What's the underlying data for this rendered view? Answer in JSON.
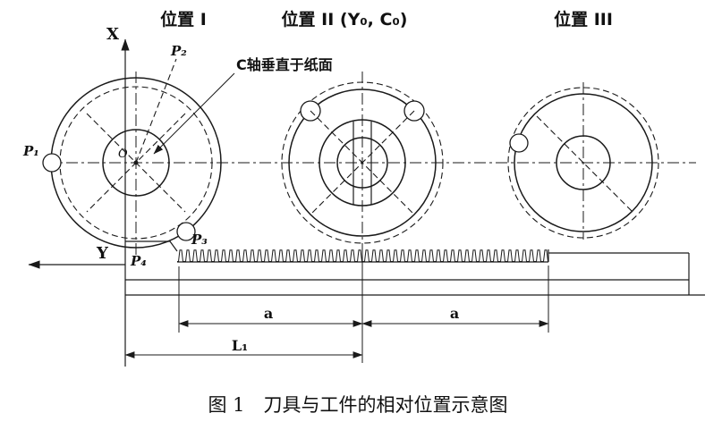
{
  "figure": {
    "caption": "图 1　刀具与工件的相对位置示意图"
  },
  "labels": {
    "position1": "位置 I",
    "position2": "位置 II (Y₀, C₀)",
    "position3": "位置 III",
    "axis_x": "X",
    "axis_y": "Y",
    "origin": "O",
    "p1": "P₁",
    "p2": "P₂",
    "p3": "P₃",
    "p4": "P₄",
    "c_axis_note": "C轴垂直于纸面",
    "dim_a_left": "a",
    "dim_a_right": "a",
    "dim_l1": "L₁"
  },
  "colors": {
    "ink": "#1a1a1a",
    "background": "#ffffff"
  }
}
